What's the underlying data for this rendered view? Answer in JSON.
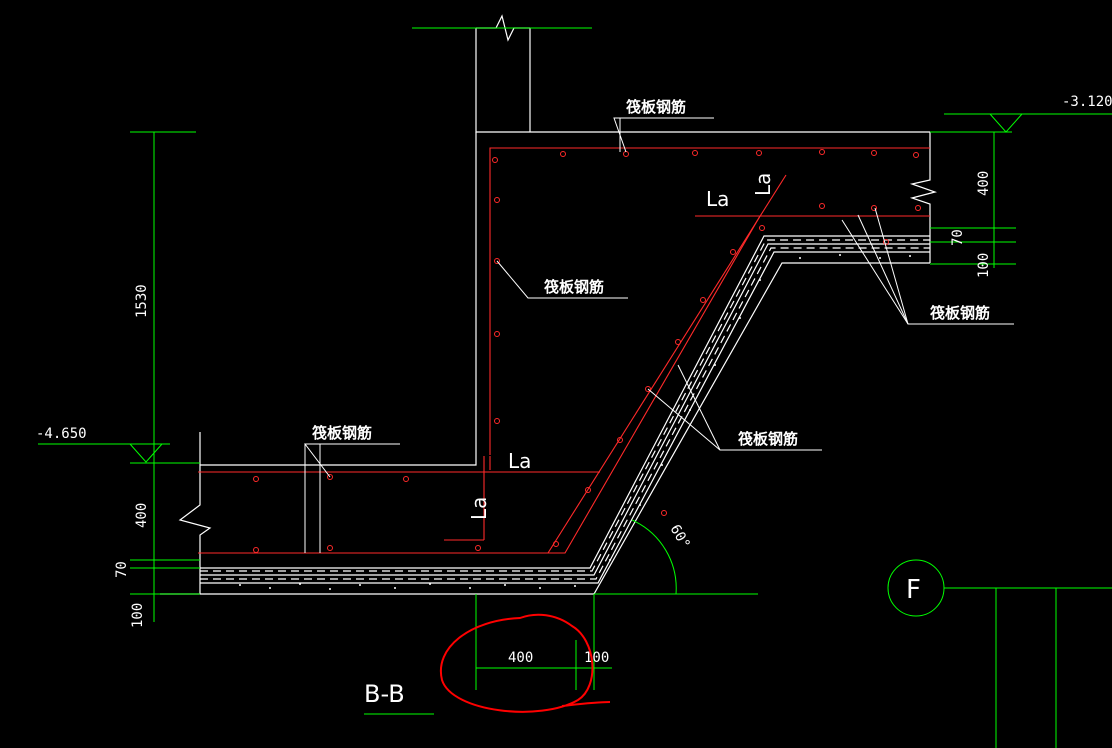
{
  "colors": {
    "background": "#000000",
    "outline": "#ffffff",
    "dimension": "#00ff00",
    "rebar": "#ff2a2a",
    "leader": "#ffffff",
    "annotation": "#ff0000"
  },
  "section_title": "B-B",
  "axis_label": "F",
  "elevations": {
    "top": "-3.120",
    "bottom": "-4.650"
  },
  "dimensions": {
    "height_total": "1530",
    "left_slab": "400",
    "left_cushion": "70",
    "left_blinding": "100",
    "right_slab": "400",
    "right_cushion": "70",
    "right_blinding": "100",
    "bottom_width": "400",
    "bottom_offset": "100",
    "angle": "60°"
  },
  "rebar_label": "筏板钢筋",
  "anchorage_label": "La"
}
